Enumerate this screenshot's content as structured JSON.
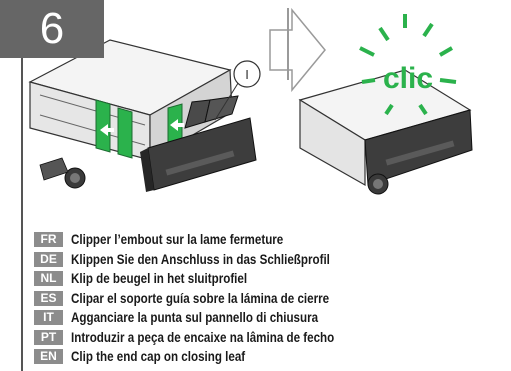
{
  "step": {
    "number": "6",
    "callout_label": "I",
    "clic_label": "clic"
  },
  "colors": {
    "badge": "#666666",
    "accent_green": "#2bb24c",
    "clip_dark": "#3d3d3d"
  },
  "instructions": [
    {
      "code": "FR",
      "text": "Clipper l’embout sur la lame fermeture"
    },
    {
      "code": "DE",
      "text": "Klippen Sie den Anschluss in das Schließprofil"
    },
    {
      "code": "NL",
      "text": "Klip de beugel in het sluitprofiel"
    },
    {
      "code": "ES",
      "text": "Clipar el soporte guía sobre la lámina de cierre"
    },
    {
      "code": "IT",
      "text": "Agganciare la punta sul pannello di chiusura"
    },
    {
      "code": "PT",
      "text": "Introduzir a peça de encaixe na lâmina de fecho"
    },
    {
      "code": "EN",
      "text": "Clip the end cap on closing leaf"
    }
  ]
}
